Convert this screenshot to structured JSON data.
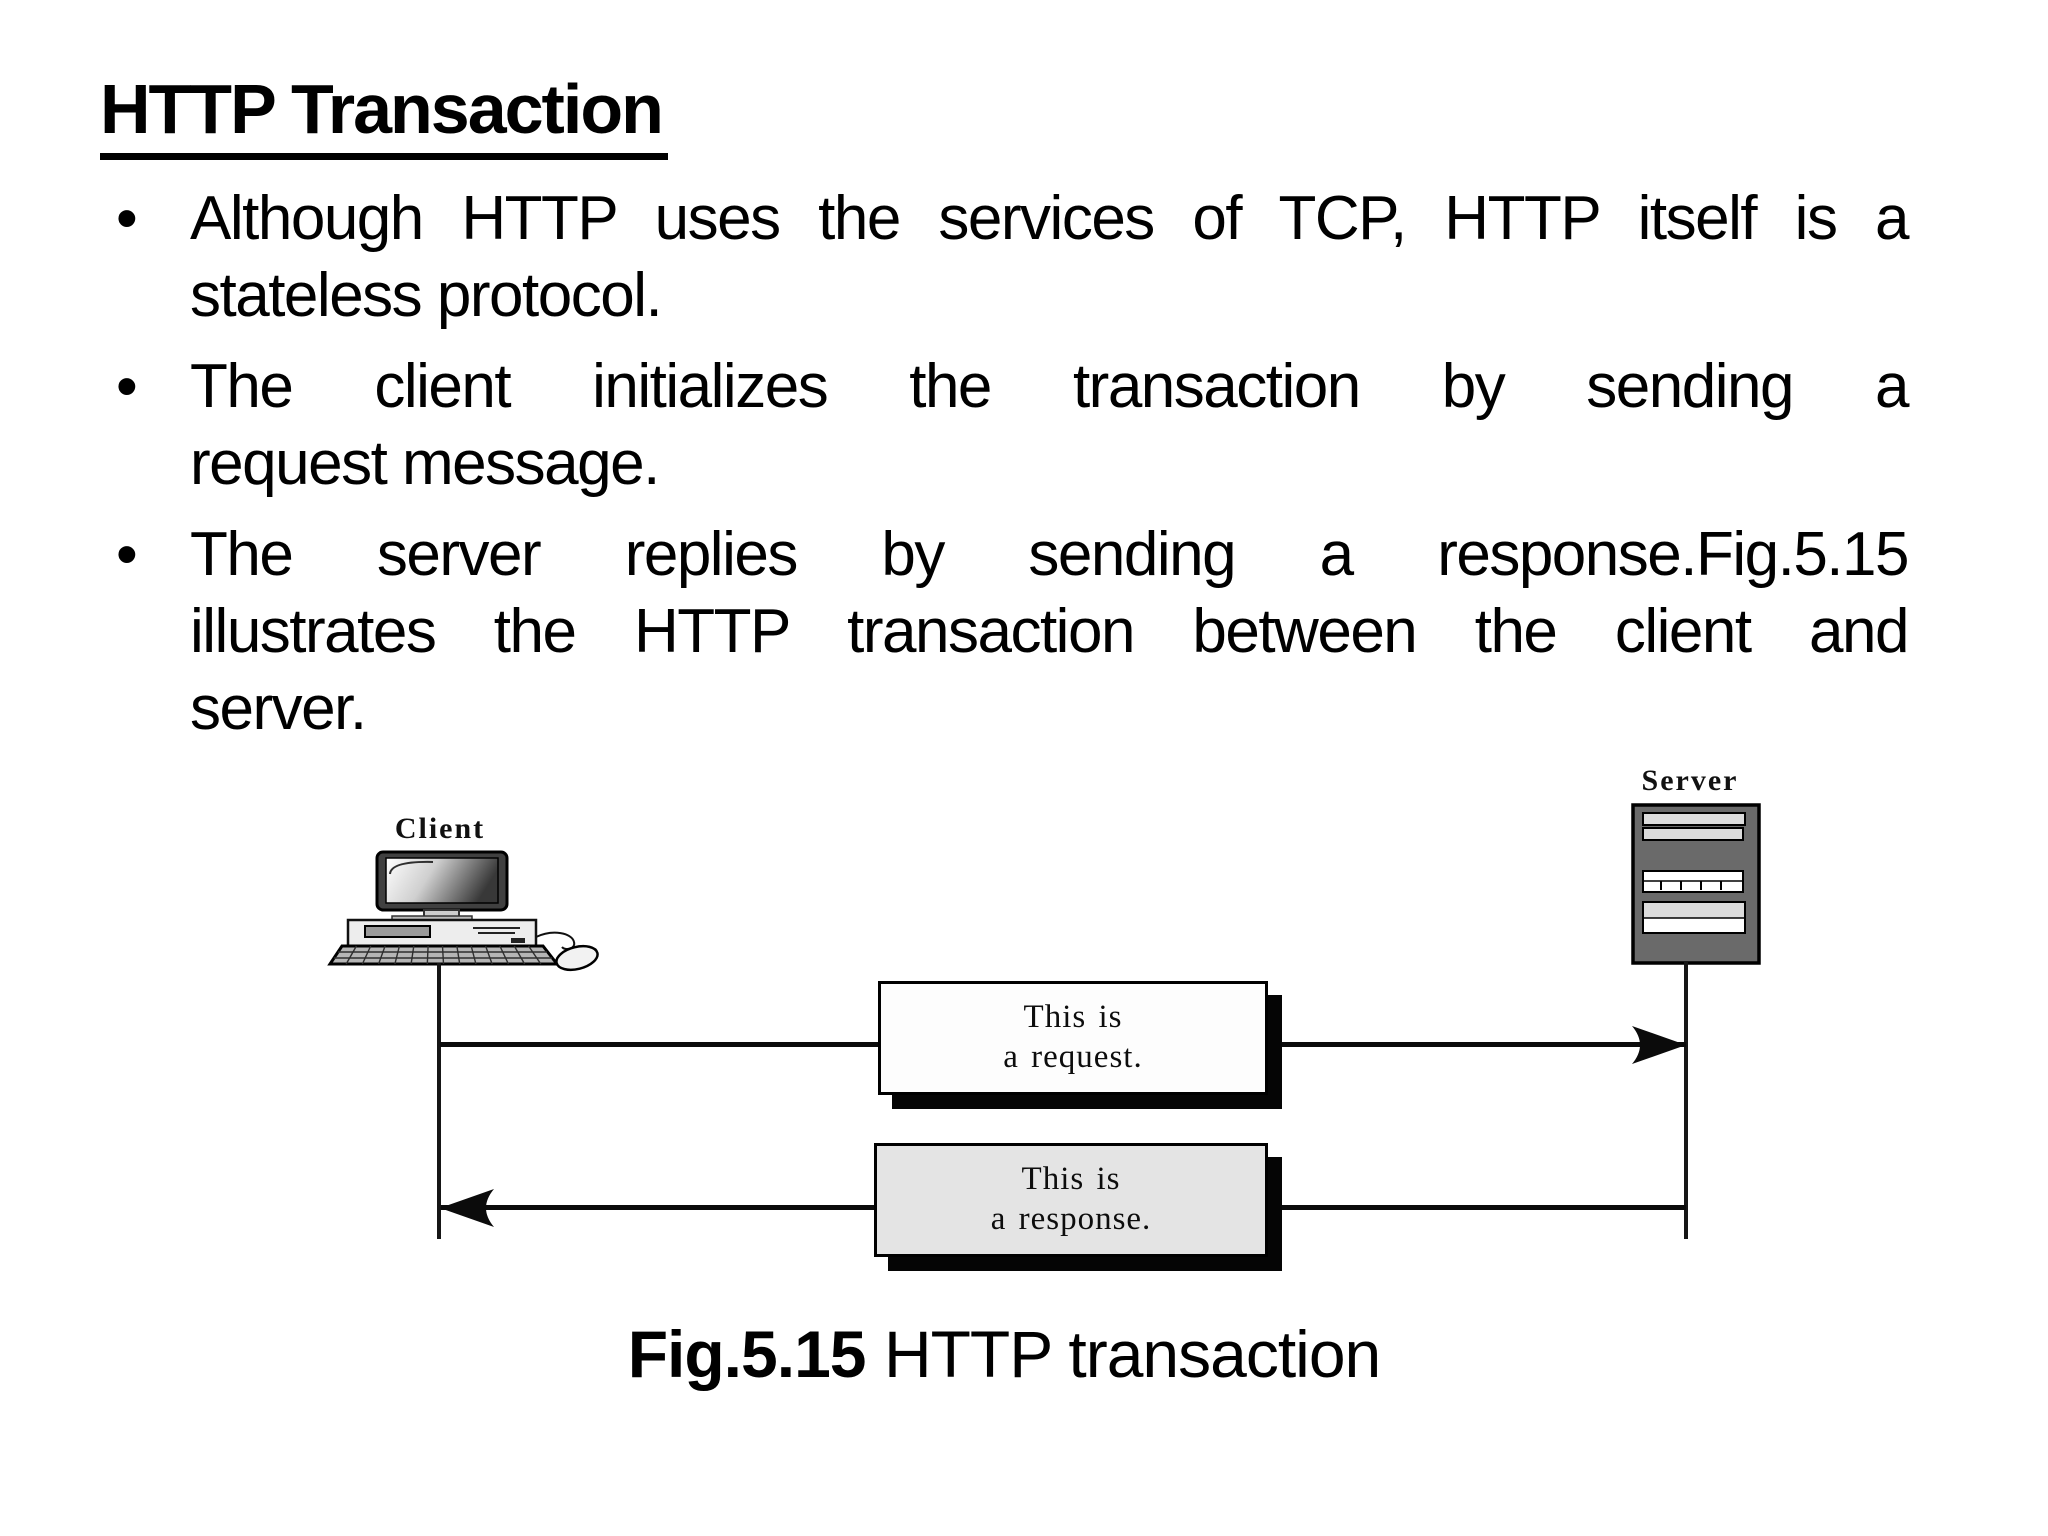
{
  "slide": {
    "title": "HTTP Transaction",
    "bullet_glyph": "•",
    "bullets": [
      {
        "lines": [
          "Although HTTP uses the services of TCP, HTTP itself is a",
          "stateless protocol."
        ]
      },
      {
        "lines": [
          "The client initializes the transaction by sending a",
          "request message."
        ]
      },
      {
        "lines": [
          "The server replies by sending a response.Fig.5.15",
          "illustrates the HTTP transaction between the client and",
          "server."
        ]
      }
    ]
  },
  "diagram": {
    "client_label": "Client",
    "server_label": "Server",
    "request_box": {
      "line1": "This is",
      "line2": "a request."
    },
    "response_box": {
      "line1": "This is",
      "line2": "a response."
    }
  },
  "caption": {
    "bold": "Fig.5.15",
    "rest": "HTTP transaction"
  },
  "colors": {
    "background": "#ffffff",
    "text": "#000000",
    "line": "#0b0b0b",
    "server_body": "#6a6a6a",
    "server_slot": "#dcdcdc",
    "request_box_fill": "#fdfdfd",
    "response_box_fill": "#e4e4e4",
    "case_fill": "#ededed",
    "keyboard_fill": "#b5b5b5"
  }
}
